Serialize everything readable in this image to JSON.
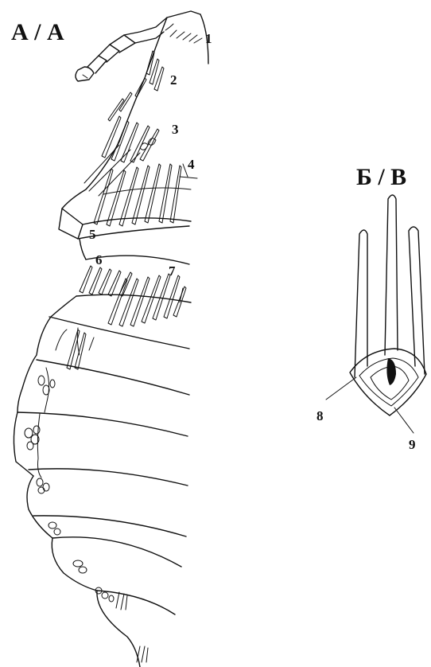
{
  "panels": {
    "a": {
      "label": "А / A"
    },
    "b": {
      "label": "Б / B"
    }
  },
  "callouts": [
    "1",
    "2",
    "3",
    "4",
    "5",
    "6",
    "7",
    "8",
    "9"
  ]
}
